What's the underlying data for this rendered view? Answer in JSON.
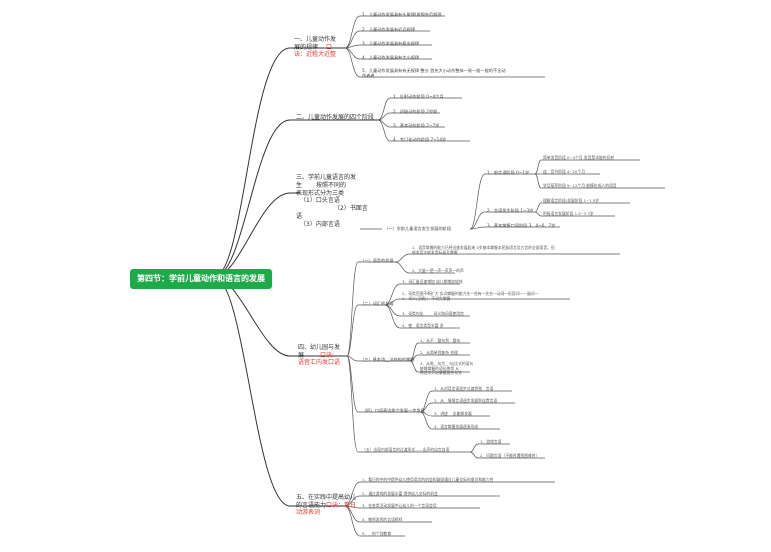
{
  "root": "第四节：学前儿童动作和语言的发展",
  "branch1": {
    "title_a": "一、儿童动作发",
    "title_b": "展的规律",
    "mnemonic_a": "口",
    "mnemonic_b": "诀：近粗大近整",
    "items": [
      "1、儿童动作发展具有头尾律(按照先后顺序",
      "2、儿童动作发展有近远规律",
      "3、儿童动作发展具有粗出规律",
      "4、儿童动作发展具有大小规律",
      "5、儿童动作发展具有有无规律    整分   首先大小动作整体一致一般一般的不全动",
      "作者者"
    ]
  },
  "branch2": {
    "title": "二、儿童动作发展的四个阶段",
    "items": [
      "1、反射动作阶段  0~4个月",
      "2、初级动作阶段  2岁前",
      "3、基本动作阶段  2~7岁",
      "4、专门化动作阶段  7~14岁"
    ]
  },
  "branch3": {
    "title_a": "三、学前儿童语言的发",
    "title_b": "生",
    "title_c": "按照不同的",
    "title_d": "表现形式分为三类",
    "sub_a": "（1）口头言语",
    "sub_b": "（2）书面言",
    "sub_c": "语",
    "sub_d": "（3）内部言语",
    "sub_title": "（一）学前儿童语言发生发展的阶段",
    "stages": [
      "1、前言语阶段  0~1岁",
      "2、言语发生阶段  1~3岁",
      "3、基本掌握口语阶段  3、4~6、7岁"
    ],
    "stage1": [
      "简单发音阶段 0~4个月   发音是本能的反射",
      "连__音节阶段 4~10个月",
      "学话萌芽阶段 9~12个月   能模仿成人的语音"
    ],
    "stage2": [
      "理解语言阶段(发展阶段 1~1.5岁",
      "积极语言发展阶段 1.5~3 3岁"
    ]
  },
  "branch4": {
    "title_a": "四、幼儿园与发",
    "title_b": "展",
    "mnemonic_a": "口诀:",
    "mnemonic_b": "语音汇内发口语",
    "sec1_title": "（一）语音的发展",
    "sec1_items": [
      "1、语音掌握的能力已经迅速发展起来  4岁基本掌握本民族语言及方言的全部语音，但",
      "能发音才能发音标准及掌握",
      "2、大量一把一声一声声一的声"
    ],
    "sec2_title": "（二）词汇的发展",
    "sec2_items": [
      "1、词汇量迅速增加    幼儿期增加较快",
      "2、词类范围不断扩大    实词掌握的能力先一些有一先名一动词一形容词一一副词一",
      "3、词义(正确)；    不词先掌握",
      "3、词类内化__ __  词义和词语使用完",
      "4、使__语言类型丰富    多"
    ],
    "sec3_title": "（三）基本语__法结构的掌握",
    "sec3_items": [
      "1、从不__整句到__整句",
      "2、从简单到复杂    合理",
      "3、从陈__句为__句(比式的语句",
      "能够掌握的语句使用    从",
      "陈述句开始掌握复杂句式"
    ],
    "sec4_title": "（四）口语表达能力发展一步发展",
    "sec4_items": [
      "1、从对话言语逐步过渡到独__言语",
      "2、从__情境言语逐步发展到连贯言语",
      "3、讲述    __出能够发展",
      "4、语言掌握发展逐渐形成"
    ],
    "sec5_title": "（五）出现内部语言的过渡形式——出声的自言自语",
    "sec5_items": [
      "1、游戏言语",
      "2、问题言语（不能时遇到困难时）"
    ]
  },
  "branch5": {
    "title_a": "五、在实践中提高幼儿",
    "title_b": "的言语能力",
    "mnemonic_a": "口诀：看日",
    "mnemonic_b": "动游表词",
    "items": [
      "1、看日的中的中提供幼儿使用语言的机会和鼓励通过儿童交际的意识和能力性",
      "2、通过游戏的发展丰富  提供幼儿交际的机会",
      "3、在各类活动发展中让幼儿的一个言语会话",
      "4、教师发挥的言语榜样",
      "5、__的个别教育"
    ]
  }
}
